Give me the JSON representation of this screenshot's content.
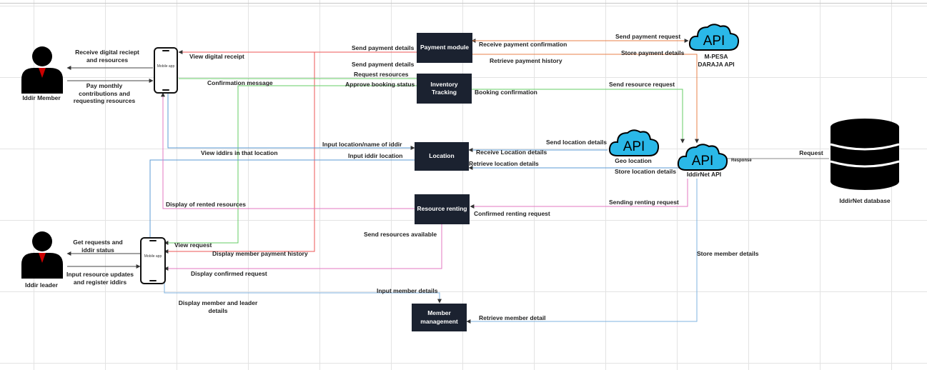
{
  "actors": {
    "member": "Iddir Member",
    "leader": "Iddir leader"
  },
  "phones": {
    "member_app": "Mobile app",
    "leader_app": "Mobile app"
  },
  "modules": {
    "payment": "Payment module",
    "inventory": "Inventory Tracking",
    "location": "Location",
    "renting": "Resource renting",
    "member_mgmt": "Member management"
  },
  "apis": {
    "icon_text": "API",
    "mpesa": "M-PESA DARAJA API",
    "geo": "Geo location",
    "iddirnet": "IddirNet API"
  },
  "database": {
    "name": "IddirNet database",
    "request": "Request",
    "response": "Response"
  },
  "labels": {
    "receive_receipt": "Receive digital reciept and resources",
    "pay_monthly": "Pay monthly contributions and requesting resources",
    "view_receipt": "View digital receipt",
    "confirmation_message": "Confirmation message",
    "send_payment_details_1": "Send payment details",
    "send_payment_details_2": "Send payment details",
    "request_resources": "Request resources",
    "approve_booking": "Approve booking status",
    "receive_payment_conf": "Receive payment confirmation",
    "retrieve_payment_history": "Retrieve payment history",
    "send_payment_request": "Send payment request",
    "store_payment_details": "Store payment details",
    "booking_confirmation": "Booking confirmation",
    "send_resource_request": "Send resource request",
    "input_location_name": "Input location/name of iddir",
    "view_iddirs_location": "View iddirs in that location",
    "input_iddir_location": "Input iddir location",
    "receive_location_details": "Receive Location details",
    "retrieve_location_details": "Retrieve location details",
    "send_location_details": "Send location details",
    "store_location_details": "Store location details",
    "display_rented": "Display of rented resources",
    "sending_renting_request": "Sending renting request",
    "confirmed_renting": "Confirmed renting request",
    "send_resources_available": "Send resources available",
    "get_requests": "Get requests and iddir status",
    "input_resource_updates": "Input resource updates and register iddirs",
    "view_request": "View request",
    "display_payment_history": "Display member payment history",
    "display_confirmed": "Display confirmed request",
    "input_member_details": "Input member details",
    "display_member_leader": "Display member and leader details",
    "retrieve_member_detail": "Retrieve member detail",
    "store_member_details": "Store member details"
  }
}
